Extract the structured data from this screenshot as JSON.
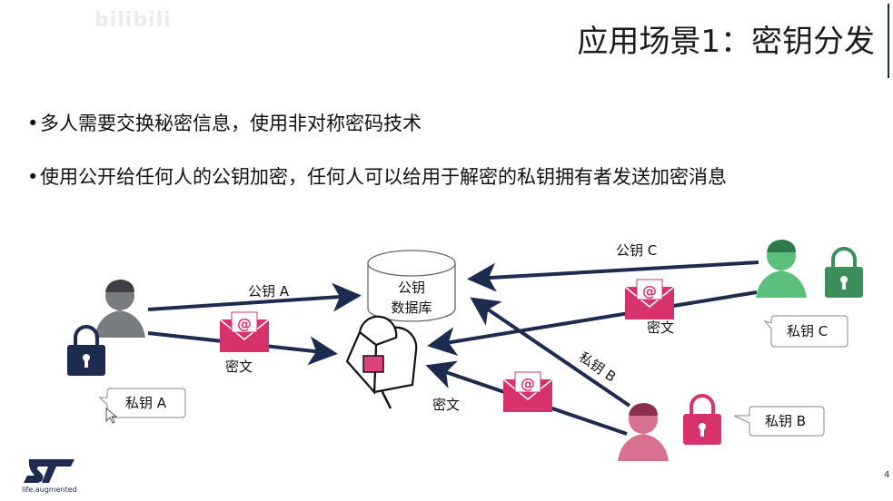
{
  "watermark": "bilibili",
  "title": "应用场景1：密钥分发",
  "bullets": [
    "多人需要交换秘密信息，使用非对称密码技术",
    "使用公开给任何人的公钥加密，任何人可以给用于解密的私钥拥有者发送加密消息"
  ],
  "diagram": {
    "database_label_line1": "公钥",
    "database_label_line2": "数据库",
    "pubkey_a": "公钥 A",
    "pubkey_c": "公钥 C",
    "privkey_b_arrow": "私钥 B",
    "ciphertext_a": "密文",
    "ciphertext_c": "密文",
    "ciphertext_b": "密文",
    "bubble_a": "私钥 A",
    "bubble_b": "私钥 B",
    "bubble_c": "私钥 C",
    "envelope_glyph": "@"
  },
  "colors": {
    "arrow": "#1d2b4f",
    "user_a": "#7a7d80",
    "user_b": "#c84a70",
    "user_c": "#4fa86a",
    "lock_a": "#1d2b4f",
    "lock_b": "#d6336c",
    "lock_c": "#3c8f5a",
    "envelope": "#d6336c"
  },
  "footer": {
    "tagline": "life.augmented",
    "page_number": "4"
  }
}
